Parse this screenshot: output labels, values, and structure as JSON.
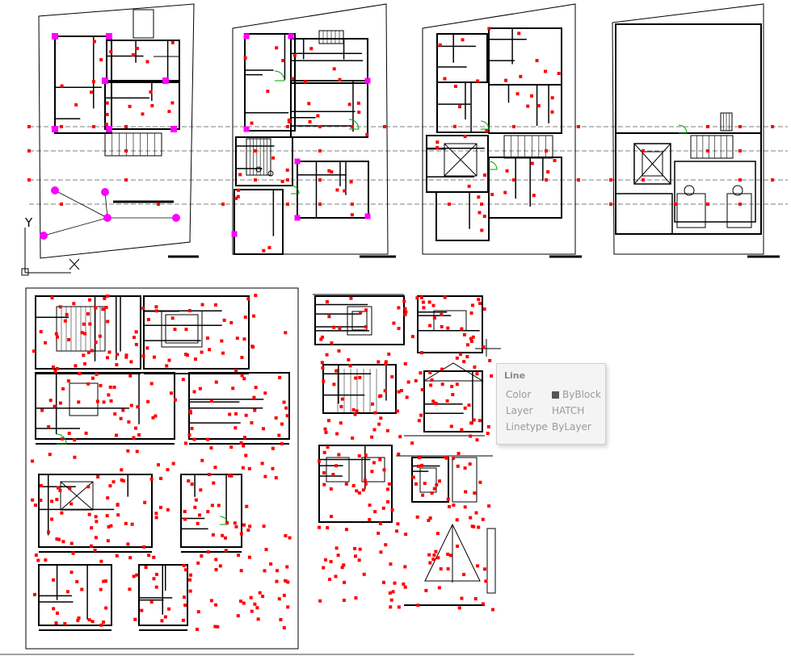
{
  "canvas": {
    "ucs_icon": {
      "y_label": "Y",
      "x_label": "X"
    }
  },
  "tooltip": {
    "title": "Line",
    "rows": [
      {
        "key": "Color",
        "value": "ByBlock",
        "swatch_color": "#555555"
      },
      {
        "key": "Layer",
        "value": "HATCH"
      },
      {
        "key": "Linetype",
        "value": "ByLayer"
      }
    ]
  },
  "colors": {
    "background": "#ffffff",
    "linework": "#000000",
    "dimension_marks": "#ff0000",
    "grips": "#ff00ff",
    "door_swing": "#00a000"
  }
}
